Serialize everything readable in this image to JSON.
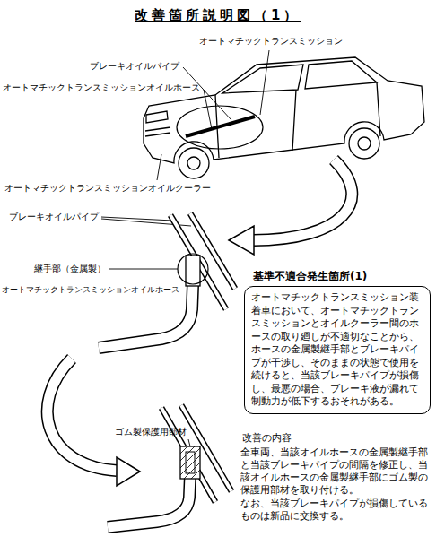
{
  "diagram": {
    "title": "改善箇所説明図（1）",
    "nodes": [
      {
        "text": [
          "基準不適合発生箇所(1)",
          "オートマチックトランスミッション装着車において、オートマチックトランスミッションとオイルクーラー間のホースの取り廻しが不適切なことから、ホースの金属製継手部とブレーキパイプが干渉し、そのままの状態で使用を続けると、当該ブレーキパイプが損傷し、最悪の場合、ブレーキ液が漏れて制動力が低下するおそれがある。"
        ]
      }
    ],
    "labels": [
      "オートマチックトランスミッション",
      "ブレーキオイルパイプ",
      "オートマチックトランスミッションオイルホース",
      "オートマチックトランスミッションオイルクーラー",
      "ブレーキオイルパイプ",
      "継手部（金属製）",
      "オートマチックトランスミッションオイルホース",
      "ゴム製保護用部材",
      "改善の内容",
      "全車両、当該オイルホースの金属製継手部と当該ブレーキパイプの間隔を修正し、当該オイルホースの金属製継手部にゴム製の保護用部材を取り付ける。",
      "なお、当該ブレーキパイプが損傷しているものは新品に交換する。"
    ]
  }
}
